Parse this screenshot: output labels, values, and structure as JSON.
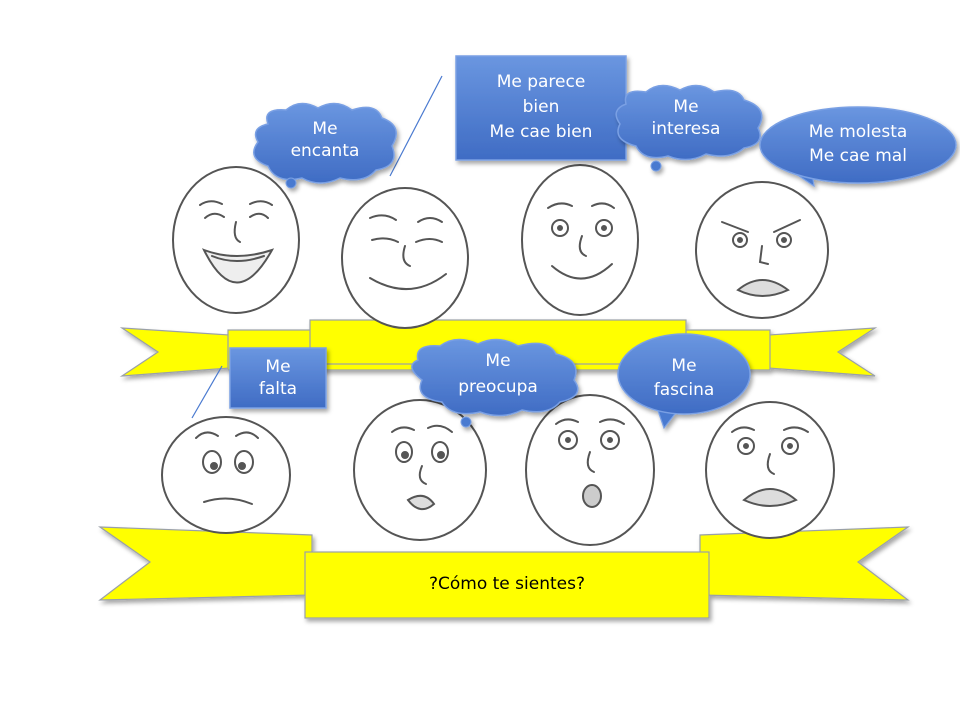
{
  "slide": {
    "bubbles": {
      "encanta": [
        "Me",
        "encanta"
      ],
      "parece_bien": [
        "Me parece",
        "bien",
        "Me cae bien"
      ],
      "interesa": [
        "Me",
        "interesa"
      ],
      "molesta": [
        "Me molesta",
        "Me cae mal"
      ],
      "falta": [
        "Me",
        "falta"
      ],
      "preocupa": [
        "Me",
        "preocupa"
      ],
      "fascina": [
        "Me",
        "fascina"
      ]
    },
    "banner_text": "?Cómo te sientes?"
  },
  "colors": {
    "bubble_fill": "#4a7ad0",
    "bubble_stroke": "#6f96dc",
    "banner_fill": "#ffff00",
    "banner_stroke": "#9aa0a8",
    "face_stroke": "#555555"
  }
}
